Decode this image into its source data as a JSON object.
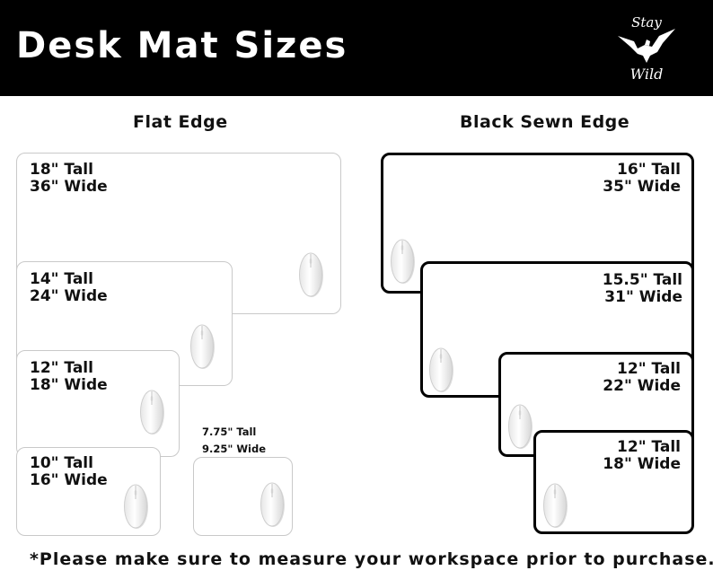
{
  "header": {
    "title": "Desk Mat Sizes",
    "logo_text_top": "Stay",
    "logo_text_bottom": "Wild",
    "logo_icon": "eagle-icon"
  },
  "flat_edge": {
    "title": "Flat Edge",
    "mats": [
      {
        "tall": "18\" Tall",
        "wide": "36\" Wide"
      },
      {
        "tall": "14\" Tall",
        "wide": "24\" Wide"
      },
      {
        "tall": "12\" Tall",
        "wide": "18\" Wide"
      },
      {
        "tall": "10\" Tall",
        "wide": "16\" Wide"
      },
      {
        "tall": "7.75\" Tall",
        "wide": "9.25\" Wide"
      }
    ]
  },
  "sewn_edge": {
    "title": "Black Sewn Edge",
    "mats": [
      {
        "tall": "16\" Tall",
        "wide": "35\" Wide"
      },
      {
        "tall": "15.5\" Tall",
        "wide": "31\" Wide"
      },
      {
        "tall": "12\" Tall",
        "wide": "22\" Wide"
      },
      {
        "tall": "12\" Tall",
        "wide": "18\" Wide"
      }
    ]
  },
  "footer": {
    "note": "*Please make sure to measure your workspace prior to purchase."
  }
}
